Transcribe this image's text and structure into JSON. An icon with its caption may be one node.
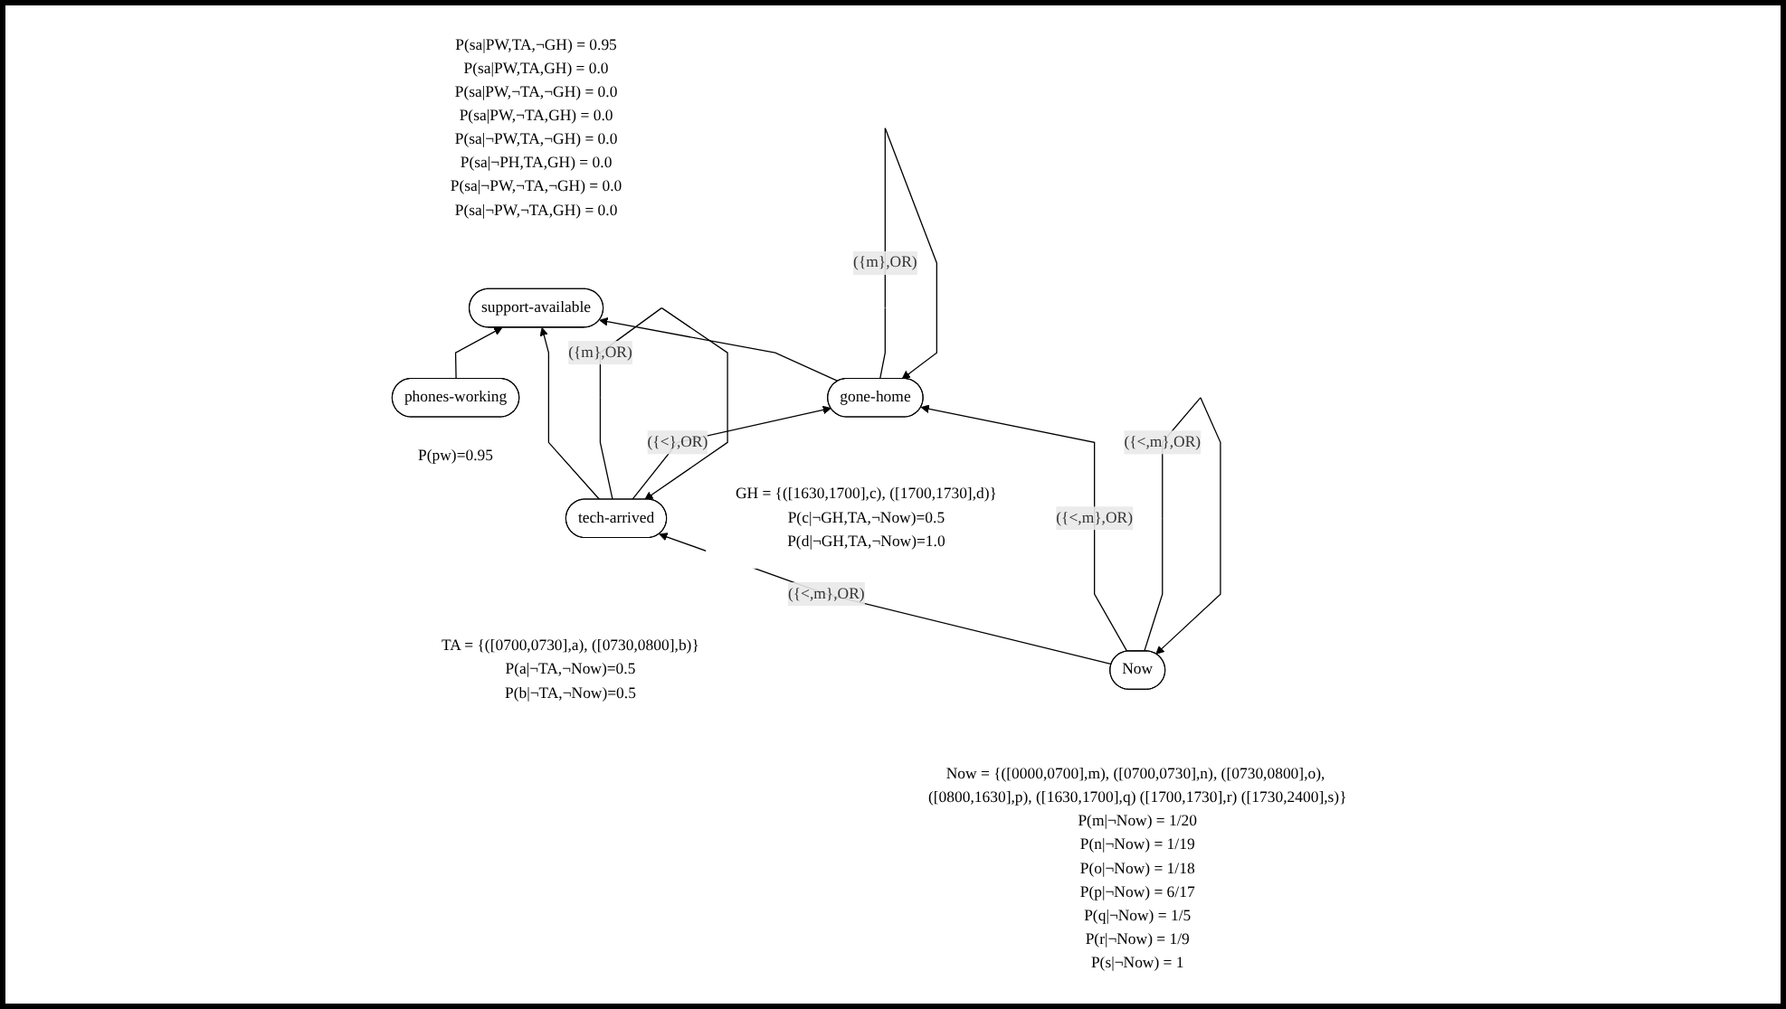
{
  "diagram": {
    "nodes": [
      {
        "text": [
          "support-available"
        ],
        "beside": [
          "P(sa|PW,TA,¬GH) = 0.95",
          "P(sa|PW,TA,GH) = 0.0",
          "P(sa|PW,¬TA,¬GH) = 0.0",
          "P(sa|PW,¬TA,GH) = 0.0",
          "P(sa|¬PW,TA,¬GH) = 0.0",
          "P(sa|¬PH,TA,GH) = 0.0",
          "P(sa|¬PW,¬TA,¬GH) = 0.0",
          "P(sa|¬PW,¬TA,GH) = 0.0"
        ]
      },
      {
        "text": [
          "phones-working"
        ],
        "beside": [
          "P(pw)=0.95"
        ]
      },
      {
        "text": [
          "tech-arrived"
        ],
        "beside": [
          "TA = {([0700,0730],a), ([0730,0800],b)}",
          "P(a|¬TA,¬Now)=0.5",
          "P(b|¬TA,¬Now)=0.5"
        ]
      },
      {
        "text": [
          "gone-home"
        ],
        "beside": [
          "GH = {([1630,1700],c), ([1700,1730],d)}",
          "P(c|¬GH,TA,¬Now)=0.5",
          "P(d|¬GH,TA,¬Now)=1.0"
        ]
      },
      {
        "text": [
          "Now"
        ],
        "beside": [
          "Now = {([0000,0700],m), ([0700,0730],n), ([0730,0800],o), ([0800,1630],p), ([1630,1700],q) ([1700,1730],r) ([1730,2400],s)}",
          "P(m|¬Now) = 1/20",
          "P(n|¬Now) = 1/19",
          "P(o|¬Now) = 1/18",
          "P(p|¬Now) = 6/17",
          "P(q|¬Now) = 1/5",
          "P(r|¬Now) = 1/9",
          "P(s|¬Now) = 1"
        ]
      }
    ],
    "edges": [
      {
        "from": 2,
        "to": 0,
        "arrow": "to"
      },
      {
        "from": 1,
        "to": 0,
        "arrow": "to"
      },
      {
        "from": 3,
        "to": 0,
        "arrow": "to"
      },
      {
        "from": 2,
        "to": 2,
        "arrow": "to",
        "label": "({m},OR)"
      },
      {
        "from": 3,
        "to": 3,
        "arrow": "to",
        "label": "({m},OR)"
      },
      {
        "from": 4,
        "to": 2,
        "arrow": "to",
        "label": "({<,m},OR)"
      },
      {
        "from": 2,
        "to": 3,
        "arrow": "to",
        "label": "({<},OR)"
      },
      {
        "from": 4,
        "to": 3,
        "arrow": "to",
        "label": "({<,m},OR)"
      },
      {
        "from": 4,
        "to": 4,
        "arrow": "to",
        "label": "({<,m},OR)"
      }
    ]
  }
}
